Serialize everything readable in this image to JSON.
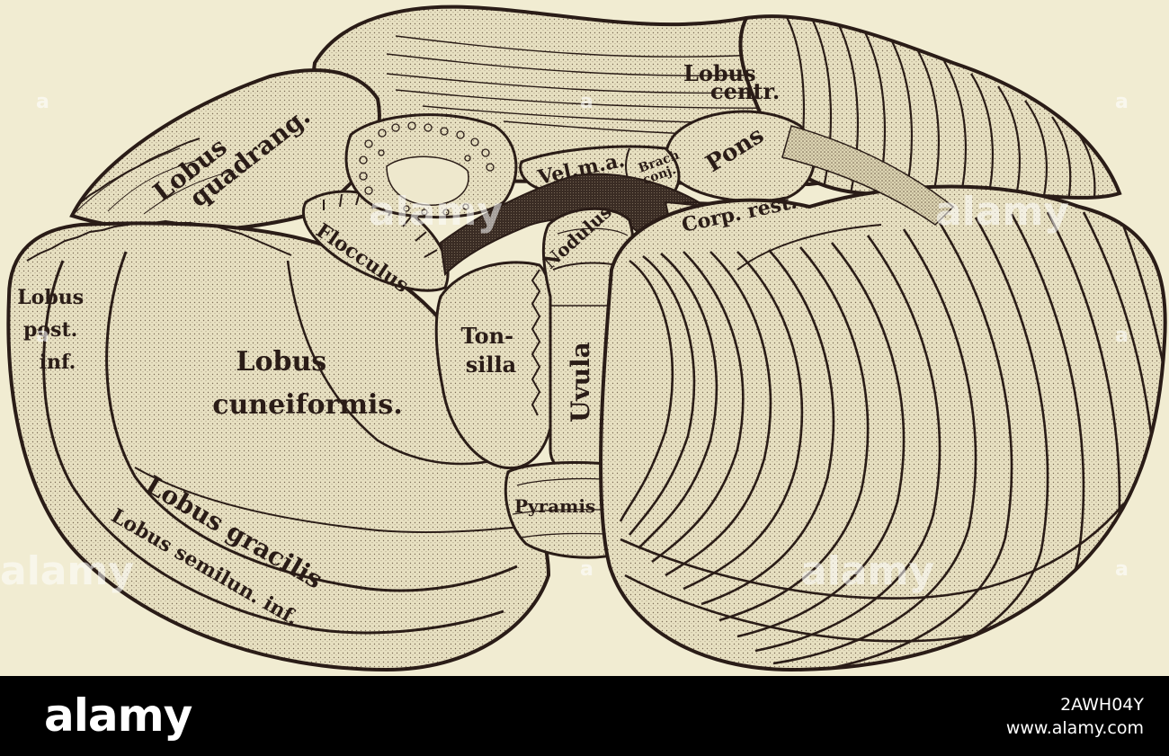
{
  "labels": {
    "lobus_centr": [
      "Lobus",
      "centr."
    ],
    "lobus_quadrang": [
      "Lobus",
      "quadrang."
    ],
    "vel_m_a": "Vel.m.a.",
    "brach_conj": [
      "Brach",
      "conj."
    ],
    "pons": "Pons",
    "corp_rest": "Corp. rest.",
    "flocculus": "Flocculus",
    "nodulus": "Nodulus",
    "lobus_post_inf": [
      "Lobus",
      "post.",
      "inf."
    ],
    "lobus_cuneiformis": [
      "Lobus",
      "cuneiformis."
    ],
    "tonsilla": [
      "Ton-",
      "silla"
    ],
    "uvula": "Uvula",
    "pyramis": "Pyramis",
    "lobus_gracilis": "Lobus gracilis",
    "lobus_semilun_inf": "Lobus semilun. inf."
  },
  "watermark": {
    "text": "alamy",
    "mark": "a"
  },
  "footer": {
    "logo": "alamy",
    "image_id": "2AWH04Y",
    "url": "www.alamy.com"
  },
  "colors": {
    "paper": "#f1ecd2",
    "ink": "#2a1c17",
    "footer_bg": "#000000"
  }
}
